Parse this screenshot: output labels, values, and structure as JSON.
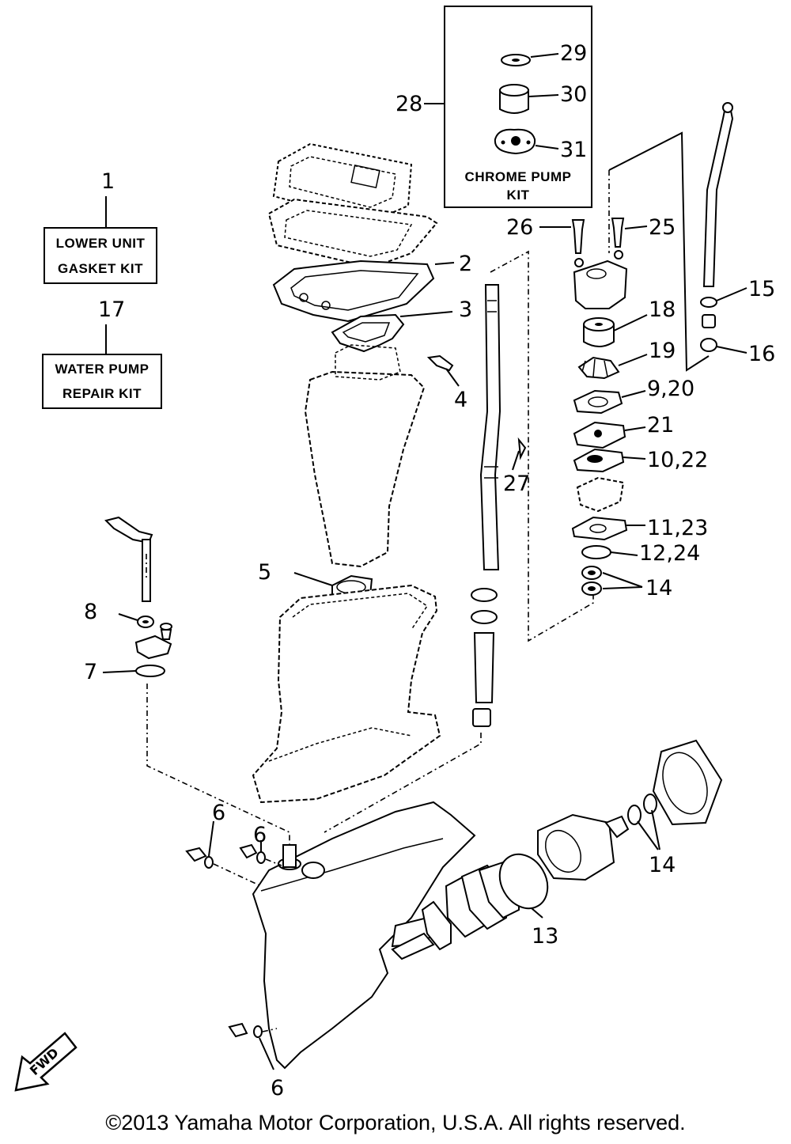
{
  "kits": {
    "lower_unit_gasket": {
      "ref": "1",
      "line1": "LOWER UNIT",
      "line2": "GASKET KIT"
    },
    "water_pump_repair": {
      "ref": "17",
      "line1": "WATER PUMP",
      "line2": "REPAIR KIT"
    },
    "chrome_pump": {
      "ref": "28",
      "line1": "CHROME PUMP",
      "line2": "KIT"
    }
  },
  "labels": {
    "p2": "2",
    "p3": "3",
    "p4": "4",
    "p5": "5",
    "p6a": "6",
    "p6b": "6",
    "p6c": "6",
    "p7": "7",
    "p8": "8",
    "p9_20": "9,20",
    "p10_22": "10,22",
    "p11_23": "11,23",
    "p12_24": "12,24",
    "p13": "13",
    "p14a": "14",
    "p14b": "14",
    "p15": "15",
    "p16": "16",
    "p18": "18",
    "p19": "19",
    "p21": "21",
    "p25": "25",
    "p26": "26",
    "p27": "27",
    "p29": "29",
    "p30": "30",
    "p31": "31"
  },
  "fwd": "FWD",
  "copyright": "©2013 Yamaha Motor Corporation, U.S.A. All rights reserved."
}
